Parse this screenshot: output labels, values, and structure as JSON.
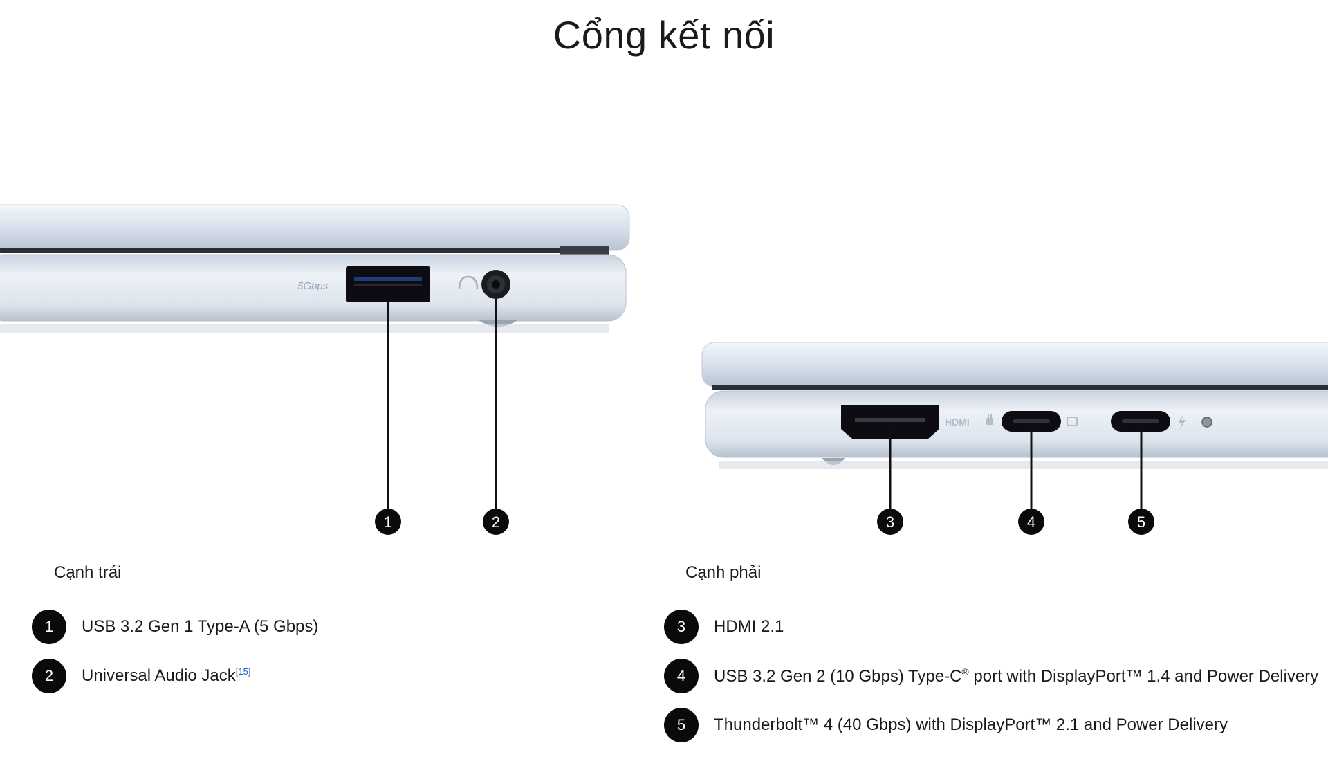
{
  "title": "Cổng kết nối",
  "left": {
    "heading": "Cạnh trái",
    "items": [
      {
        "num": "1",
        "label": "USB 3.2 Gen 1 Type-A (5 Gbps)"
      },
      {
        "num": "2",
        "label": "Universal Audio Jack",
        "footnote": "[15]"
      }
    ]
  },
  "right": {
    "heading": "Cạnh phải",
    "items": [
      {
        "num": "3",
        "label": "HDMI 2.1"
      },
      {
        "num": "4",
        "label_a": "USB 3.2 Gen 2 (10 Gbps) Type-C",
        "sup": "®",
        "label_b": " port with DisplayPort™ 1.4 and Power Delivery"
      },
      {
        "num": "5",
        "label": "Thunderbolt™ 4 (40 Gbps) with DisplayPort™ 2.1 and Power Delivery"
      }
    ]
  },
  "engraving": {
    "usb_speed": "5Gbps",
    "hdmi": "HDMI"
  },
  "colors": {
    "chassis": "#d9e2ee",
    "badge": "#0a0a0a"
  }
}
